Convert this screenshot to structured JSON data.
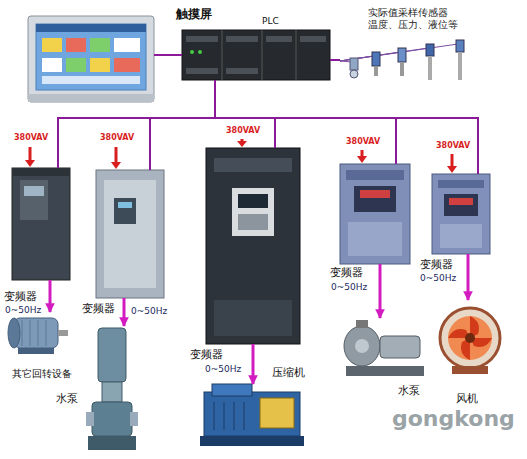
{
  "diagram": {
    "nodes": [
      {
        "text": [
          "触摸屏"
        ]
      },
      {
        "text": [
          "PLC"
        ]
      },
      {
        "text": [
          "实际值采样传感器 温度、压力、液位等"
        ]
      },
      {
        "text": [
          "变频器"
        ]
      },
      {
        "text": [
          "变频器"
        ]
      },
      {
        "text": [
          "变频器"
        ]
      },
      {
        "text": [
          "变频器"
        ]
      },
      {
        "text": [
          "变频器"
        ]
      },
      {
        "text": [
          "其它回转设备"
        ]
      },
      {
        "text": [
          "水泵"
        ]
      },
      {
        "text": [
          "压缩机"
        ]
      },
      {
        "text": [
          "水泵"
        ]
      },
      {
        "text": [
          "风机"
        ]
      }
    ],
    "edges": [
      {
        "from": 0,
        "to": 1,
        "arrow": "none"
      },
      {
        "from": 1,
        "to": 2,
        "arrow": "none"
      },
      {
        "from": 1,
        "to": 3,
        "arrow": "none"
      },
      {
        "from": 1,
        "to": 4,
        "arrow": "none"
      },
      {
        "from": 1,
        "to": 5,
        "arrow": "none"
      },
      {
        "from": 1,
        "to": 6,
        "arrow": "none"
      },
      {
        "from": 1,
        "to": 7,
        "arrow": "none"
      },
      {
        "from": 3,
        "to": 8,
        "arrow": "to",
        "label": "0~50Hz"
      },
      {
        "from": 4,
        "to": 9,
        "arrow": "to",
        "label": "0~50Hz"
      },
      {
        "from": 5,
        "to": 10,
        "arrow": "to",
        "label": "0~50Hz"
      },
      {
        "from": 6,
        "to": 11,
        "arrow": "to",
        "label": "0~50Hz"
      },
      {
        "from": 7,
        "to": 12,
        "arrow": "to",
        "label": "0~50Hz"
      }
    ],
    "labels": [
      "380VAV",
      "380VAV",
      "380VAV",
      "380VAV",
      "380VAV",
      "gongkong"
    ]
  }
}
